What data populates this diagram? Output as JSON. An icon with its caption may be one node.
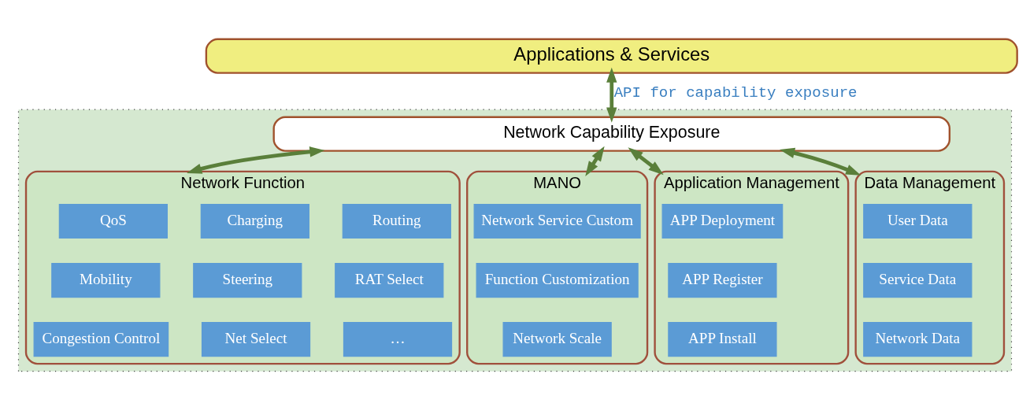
{
  "diagram": {
    "nodes": [
      {
        "text": [
          "Applications & Services"
        ]
      },
      {
        "text": [],
        "shape": "box"
      },
      {
        "text": [
          "Network Capability Exposure"
        ],
        "in": 1
      },
      {
        "text": [
          "Network Function"
        ],
        "in": 1
      },
      {
        "text": [
          "QoS"
        ],
        "in": 3
      },
      {
        "text": [
          "Charging"
        ],
        "in": 3
      },
      {
        "text": [
          "Routing"
        ],
        "in": 3
      },
      {
        "text": [
          "Mobility"
        ],
        "in": 3
      },
      {
        "text": [
          "Steering"
        ],
        "in": 3
      },
      {
        "text": [
          "RAT Select"
        ],
        "in": 3
      },
      {
        "text": [
          "Congestion Control"
        ],
        "in": 3
      },
      {
        "text": [
          "Net Select"
        ],
        "in": 3
      },
      {
        "text": [
          "…"
        ],
        "in": 3
      },
      {
        "text": [
          "MANO"
        ],
        "in": 1
      },
      {
        "text": [
          "Network Service Custom"
        ],
        "in": 13
      },
      {
        "text": [
          "Function Customization"
        ],
        "in": 13
      },
      {
        "text": [
          "Network Scale"
        ],
        "in": 13
      },
      {
        "text": [
          "Application Management"
        ],
        "in": 1
      },
      {
        "text": [
          "APP Deployment"
        ],
        "in": 17
      },
      {
        "text": [
          "APP Register"
        ],
        "in": 17
      },
      {
        "text": [
          "APP Install"
        ],
        "in": 17
      },
      {
        "text": [
          "Data Management"
        ],
        "in": 1
      },
      {
        "text": [
          "User Data"
        ],
        "in": 21
      },
      {
        "text": [
          "Service Data"
        ],
        "in": 21
      },
      {
        "text": [
          "Network Data"
        ],
        "in": 21
      }
    ],
    "edges": [
      {
        "from": 0,
        "to": 2,
        "arrow": "both",
        "label": "API for capability exposure"
      },
      {
        "from": 2,
        "to": 3,
        "arrow": "both"
      },
      {
        "from": 2,
        "to": 13,
        "arrow": "both"
      },
      {
        "from": 2,
        "to": 17,
        "arrow": "both"
      },
      {
        "from": 2,
        "to": 21,
        "arrow": "both"
      }
    ]
  }
}
